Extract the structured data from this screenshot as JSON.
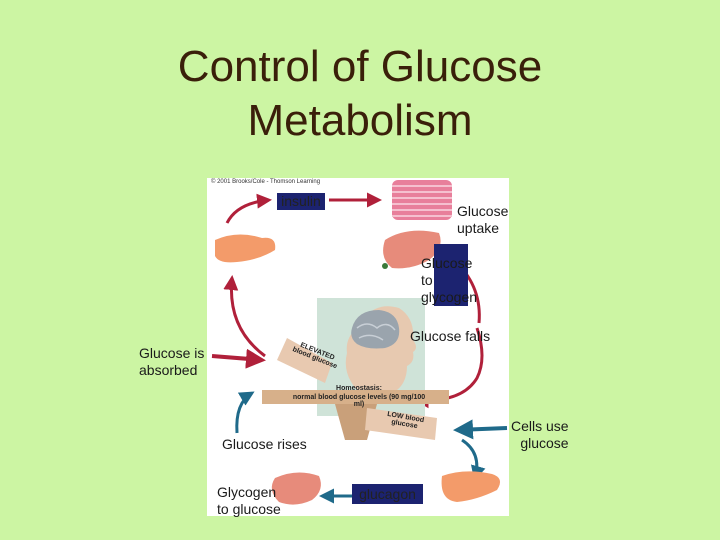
{
  "title": {
    "line1": "Control of Glucose",
    "line2": "Metabolism"
  },
  "figure": {
    "copyright": "© 2001 Brooks/Cole - Thomson Learning",
    "homeostasis": "Homeostasis:",
    "normal_levels": "normal blood glucose levels (90 mg/100 ml)",
    "elevated": "ELEVATED blood glucose",
    "low": "LOW blood glucose"
  },
  "labels": {
    "insulin": "insulin",
    "glucose_uptake": "Glucose uptake",
    "glucose_to_glycogen_1": "Glucose",
    "glucose_to_glycogen_2": "to",
    "glucose_to_glycogen_3": "glycogen",
    "glucose_falls": "Glucose  falls",
    "glucose_absorbed_1": "Glucose is",
    "glucose_absorbed_2": "absorbed",
    "cells_use_1": "Cells use",
    "cells_use_2": "glucose",
    "glucose_rises": "Glucose rises",
    "glycogen_to_glucose_1": "Glycogen",
    "glycogen_to_glucose_2": "to glucose",
    "glucagon": "glucagon"
  },
  "colors": {
    "background": "#ccf5a3",
    "title": "#3a1f0a",
    "label_box": "#1c2370",
    "red_arrow": "#b0203a",
    "blue_arrow": "#1f6a8a"
  }
}
